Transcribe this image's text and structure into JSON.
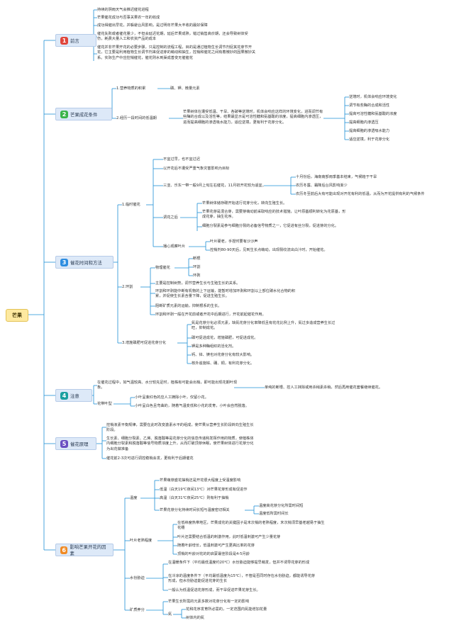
{
  "root": {
    "label": "芒果"
  },
  "colors": {
    "line": "#1e90d6",
    "badge_red": "#e0453a",
    "badge_green": "#3bb44a",
    "badge_blue": "#2d8de0",
    "badge_teal": "#1aa0a0",
    "badge_purple": "#6a4ec2",
    "badge_orange": "#f08a24"
  },
  "s1": {
    "num": "1",
    "title": "前言",
    "items": [
      "持续的阴雨天气会推迟催花进程",
      "芒果催花成功与否事关果农一年的收成",
      "成功得催出早花，并躲避台风影响，是过明年芒果大丰收的最好保障",
      "催花失败或者催花量少，不但会延迟花期，延后芒果成熟，错过销售高价期，还会导致树体受伤，耗费大量人工和农资产品的成本",
      "催花并非芒果开花的必要步骤，只是控制的流程工程，目的是通过植物生长调节剂促其花芽节开花，它主要是利用植物生长调节剂来促进芽的萌动和抽生，控梢和催花之间有着微妙的因果微妙关系。实际生产中应控梢催花，催花则水到渠成善变无催催花"
    ]
  },
  "s2": {
    "num": "2",
    "title": "芒果成花条件",
    "b1": "1.营养物质的积累",
    "b1_leaf": "磷、钾、微量元素",
    "b2": "2.经历一段时间的低温期",
    "b2_desc": "芒果树体在遭受低温、干旱、各破等逆境时，机体会响应这样的环境变化，进而调节有些酶的合成以及活性等，结果最显示是可溶性糖和氨基酸的浓度，提高细胞内渗透压，进而提高细胞的渗透吸水能力，适应逆境，更有利于花芽分化。",
    "b2_items": [
      "逆境时，机体会响应环境变化",
      "调节有些酶的合成和活性",
      "提高可溶性糖和氨基酸的浓度",
      "提高细胞内渗透压",
      "提高细胞的渗透吸水能力",
      "适应逆境，利于花芽分化"
    ]
  },
  "s3": {
    "num": "3",
    "title": "催花时间和方法",
    "m1": "1.临时催花",
    "m1_items": [
      "不宜过早，也不宜过迟",
      "以开花后不遭受严重气象灾害影响为目标"
    ],
    "m1_region": "三亚、乐东一带一般9月上旬左右催花，11月初开花较为适宜。",
    "m1_region_items": [
      "十月份后，海南南部雨季基本结束，气候趋于干旱",
      "农历冬露、霜降后台风影响渐少",
      "农历冬至前后大有可能出现对开花有利的低温，从而为开花提供有利的气候条件"
    ],
    "m1_after": "调花之后",
    "m1_after_items": [
      "芒果树体储存碳开始进行花芽分化，转向生殖生长。",
      "芒果花芽是混合芽，需要芽萌动前采取响应的技术措施，让叶原基顺利转化为花原基，形成花芽，抽生花序。",
      "细胞分裂素是参与细胞分裂的必备信号物质之一，它促进有丝分裂，促进芽的分化。"
    ],
    "m1_obs": "播心观察叶片",
    "m1_obs_items": [
      "叶片硬老，手捏时要有沙沙声",
      "控梢剂80-90天后，见到生长点萌动，出现裂纹流出白汁时，开始催花。"
    ],
    "m2": "2.环割",
    "m2_sub": "物理催花",
    "m2_sub_items": [
      "断根",
      "环割",
      "环剥"
    ],
    "m2_items": [
      "主要是控制树势，调节营养生长与生殖生长的关系。",
      "环割和环剥能中断有机物的上下运输，能暂时增加环剥和环割以上部位碳水化合物的积累，并促使生长素含量下降，促进生殖生长。",
      "阻断矿质元素的运输，抑制根系的生长。",
      "环割和环剥一般在开花前或者开花中后期进行，开花前起催花作用。"
    ],
    "m3": "3.增施磷肥可促进花芽分化",
    "m3_items": [
      "氮是花芽分化必须元素，缺氮花芽分化率降低且有花花比例上升，氮过多造成营养生长过旺，抑制成花。",
      "磷可促进成花，增施磷肥，可促进成花。",
      "钾是多种酶组织的活化剂。",
      "钙、锌、镁也对花芽分化有较大影响。",
      "核外追施锌、硼、铜，有利花芽分化。"
    ]
  },
  "s4": {
    "num": "4",
    "title": "注意",
    "i1": "在催花过程中，如气温较高、水分较充足时，植株有可能会出梢，即可能出现花期叶现象。",
    "i1_leaf": "单纯的断根、控人工抹除或用杀稍素杀稍，然后再用催花套餐继续催花。",
    "i2": "花带叶型",
    "i2_items": [
      "小叶呈紫红色的应人工摘除小叶，仅留小花。",
      "小叶呈白色且弯曲的，随着气温变低和小花的发育，小叶会自然脱落。"
    ]
  },
  "s5": {
    "num": "5",
    "title": "催花原理",
    "items": [
      "控梢液素平衡规律，需要在此时改变激素水平的组成，使芒果从营养生长阶段转向生殖生长阶段。",
      "生长素、细胞分裂素、乙烯、脱落酸等是花芽分化的信息传递和发挥作用的物质，使植株体内细胞分裂素和脱落酸等信号物质浓度上升，从而打破顶芽休眠，使芒果树体进行花芽分化为出花做准备",
      "催花前2-3次可进行调控稳梢会发，更有利于后期催花"
    ]
  },
  "s6": {
    "num": "6",
    "title": "影响芒果开花的因素",
    "f1": "温度",
    "f1_items": [
      "芒果萌芽盛花抽梢还是开花很大程度上受温度影响",
      "低温（白天19℃夜间13℃）对芒果花芽形成有促进作",
      "高温（白天31℃夜间25℃）则有利于抽梢"
    ],
    "f1_last": "芒果花芽分化持续时间长短与温度密切相关",
    "f1_last_items": [
      "温度高花芽分化所需时间短",
      "温度低所需时间长"
    ],
    "f2": "叶片老熟程度",
    "f2_items": [
      "在低纬度热带地区，芒果成花的关键因子是末次梢的老熟程度，末次梢须早基老越易于抽生花穗",
      "叶片还需要结合低温的刺激作用，此时低温刺激可产生少量花芽",
      "随着叶龄增长，低温刺激可产生更高比率的花芽",
      "顶梢的叶龄对花的的启蒙最佳阶段是4-5月龄"
    ],
    "f3": "水份胁迫",
    "f3_items": [
      "在温暖条件下（平均最低温度约20℃）水份胁迫能够提早萌发，但并不诱导花芽的形成",
      "在冷凉的温度条件下（平均最低温度为15℃），不管是否同时存在水份胁迫，都能诱导花芽形成，但水份胁迫能促进花芽的生长",
      "一般认为低温促进花芽形成，而干旱促进芒果花芽生长。"
    ],
    "f4": "矿质养分",
    "f4_items": [
      "芒果生长所需的元素多数对花芽分化有一定的影响"
    ],
    "f4_n": "氮",
    "f4_n_items": [
      "花和花序发育所必需的，一定范围内氮能增加花量",
      "树体内的氮"
    ]
  }
}
